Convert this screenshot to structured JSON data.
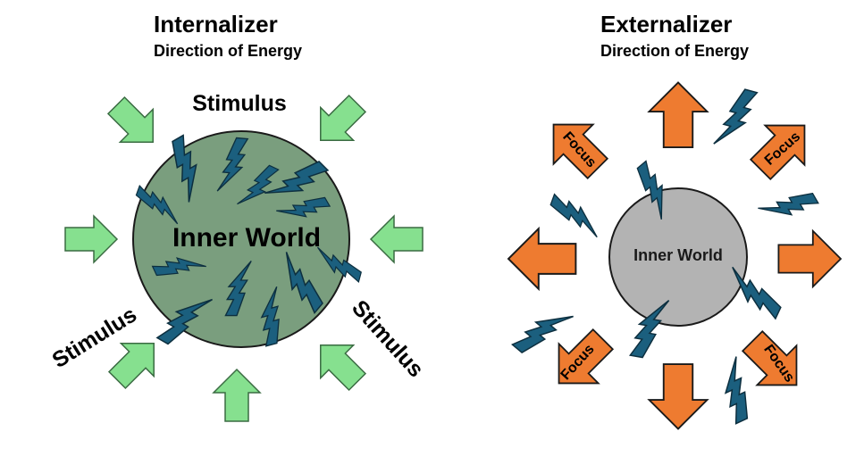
{
  "left_panel": {
    "title": "Internalizer",
    "subtitle": "Direction of Energy",
    "center_label": "Inner World",
    "stimulus_labels": [
      "Stimulus",
      "Stimulus",
      "Stimulus"
    ]
  },
  "right_panel": {
    "title": "Externalizer",
    "subtitle": "Direction of Energy",
    "center_label": "Inner World",
    "focus_labels": [
      "Focus",
      "Focus",
      "Focus",
      "Focus"
    ]
  },
  "colors": {
    "stimulus_arrow_fill": "#86e08f",
    "stimulus_arrow_stroke": "#3a6b42",
    "internal_circle": "#7a9e7e",
    "external_circle": "#b3b3b3",
    "focus_arrow_fill": "#ee7b30",
    "lightning_fill": "#1b5f7e",
    "lightning_stroke": "#0d2f3f"
  },
  "icons": {
    "stimulus_arrow": "arrow-icon",
    "energy_bolt": "lightning-icon",
    "focus_arrow": "arrow-icon"
  }
}
